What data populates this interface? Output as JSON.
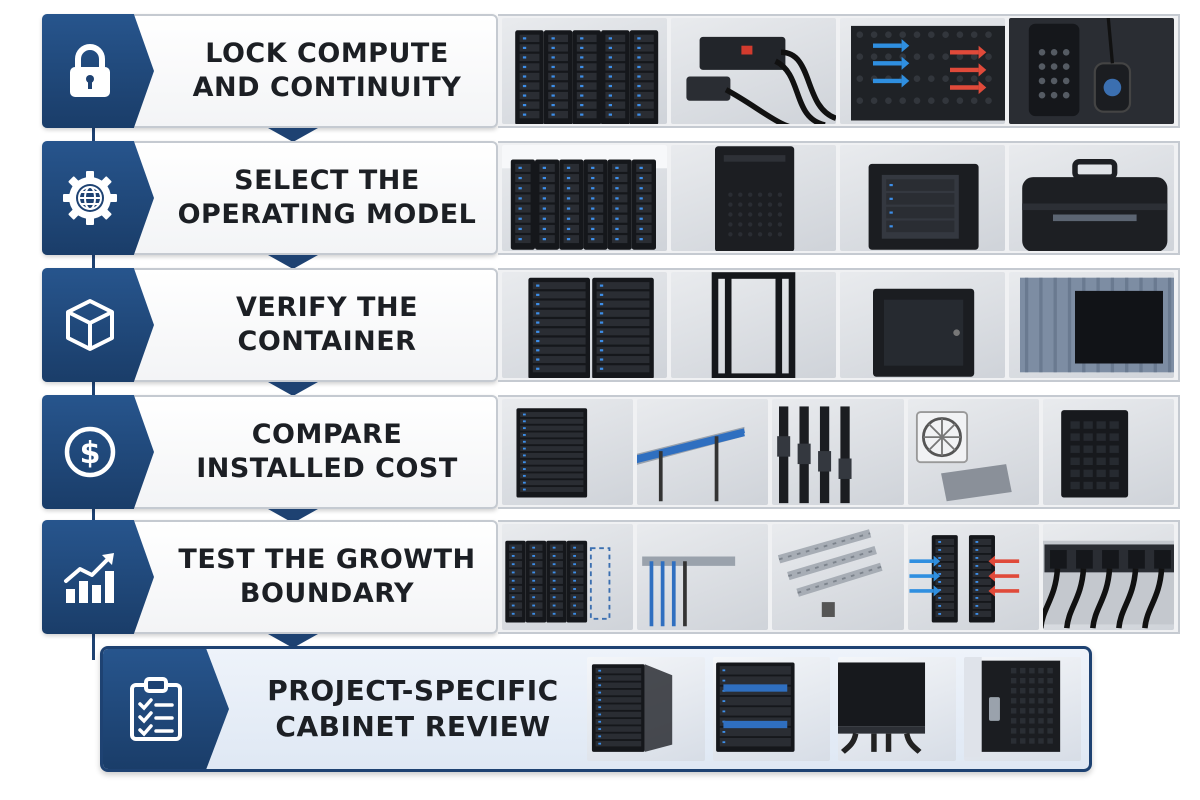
{
  "steps": [
    {
      "icon": "lock-icon",
      "title": "LOCK COMPUTE\nAND CONTINUITY",
      "images": [
        "server-racks-image",
        "power-supply-cables-image",
        "airflow-cooling-image",
        "access-control-keypad-image"
      ]
    },
    {
      "icon": "gear-globe-icon",
      "title": "SELECT THE\nOPERATING MODEL",
      "images": [
        "data-center-rows-image",
        "tower-server-image",
        "wall-mount-cabinet-image",
        "rugged-transport-case-image"
      ]
    },
    {
      "icon": "cube-icon",
      "title": "VERIFY THE\nCONTAINER",
      "images": [
        "enclosed-rack-image",
        "open-frame-rack-image",
        "wall-mount-enclosure-image",
        "shipping-container-datacenter-image"
      ]
    },
    {
      "icon": "dollar-icon",
      "title": "COMPARE\nINSTALLED COST",
      "images": [
        "populated-rack-image",
        "cable-tray-image",
        "vertical-pdu-image",
        "fan-and-filter-image",
        "enclosed-cabinet-image"
      ]
    },
    {
      "icon": "growth-chart-icon",
      "title": "TEST THE GROWTH\nBOUNDARY",
      "images": [
        "rack-expansion-image",
        "overhead-cabling-image",
        "mounting-rails-image",
        "hot-cold-airflow-image",
        "power-connectors-image"
      ]
    }
  ],
  "review": {
    "icon": "clipboard-checklist-icon",
    "title": "PROJECT-SPECIFIC\nCABINET REVIEW",
    "images": [
      "open-door-cabinet-image",
      "rack-with-equipment-image",
      "cabinet-base-cabling-image",
      "cabinet-door-lock-image"
    ]
  },
  "colors": {
    "accent": "#1e4272",
    "badge_top": "#27558d",
    "badge_bottom": "#1a3d69",
    "card_border": "#c5cad1",
    "text": "#1c1f24",
    "airflow_cold": "#2f8fe0",
    "airflow_hot": "#e04a3a"
  }
}
